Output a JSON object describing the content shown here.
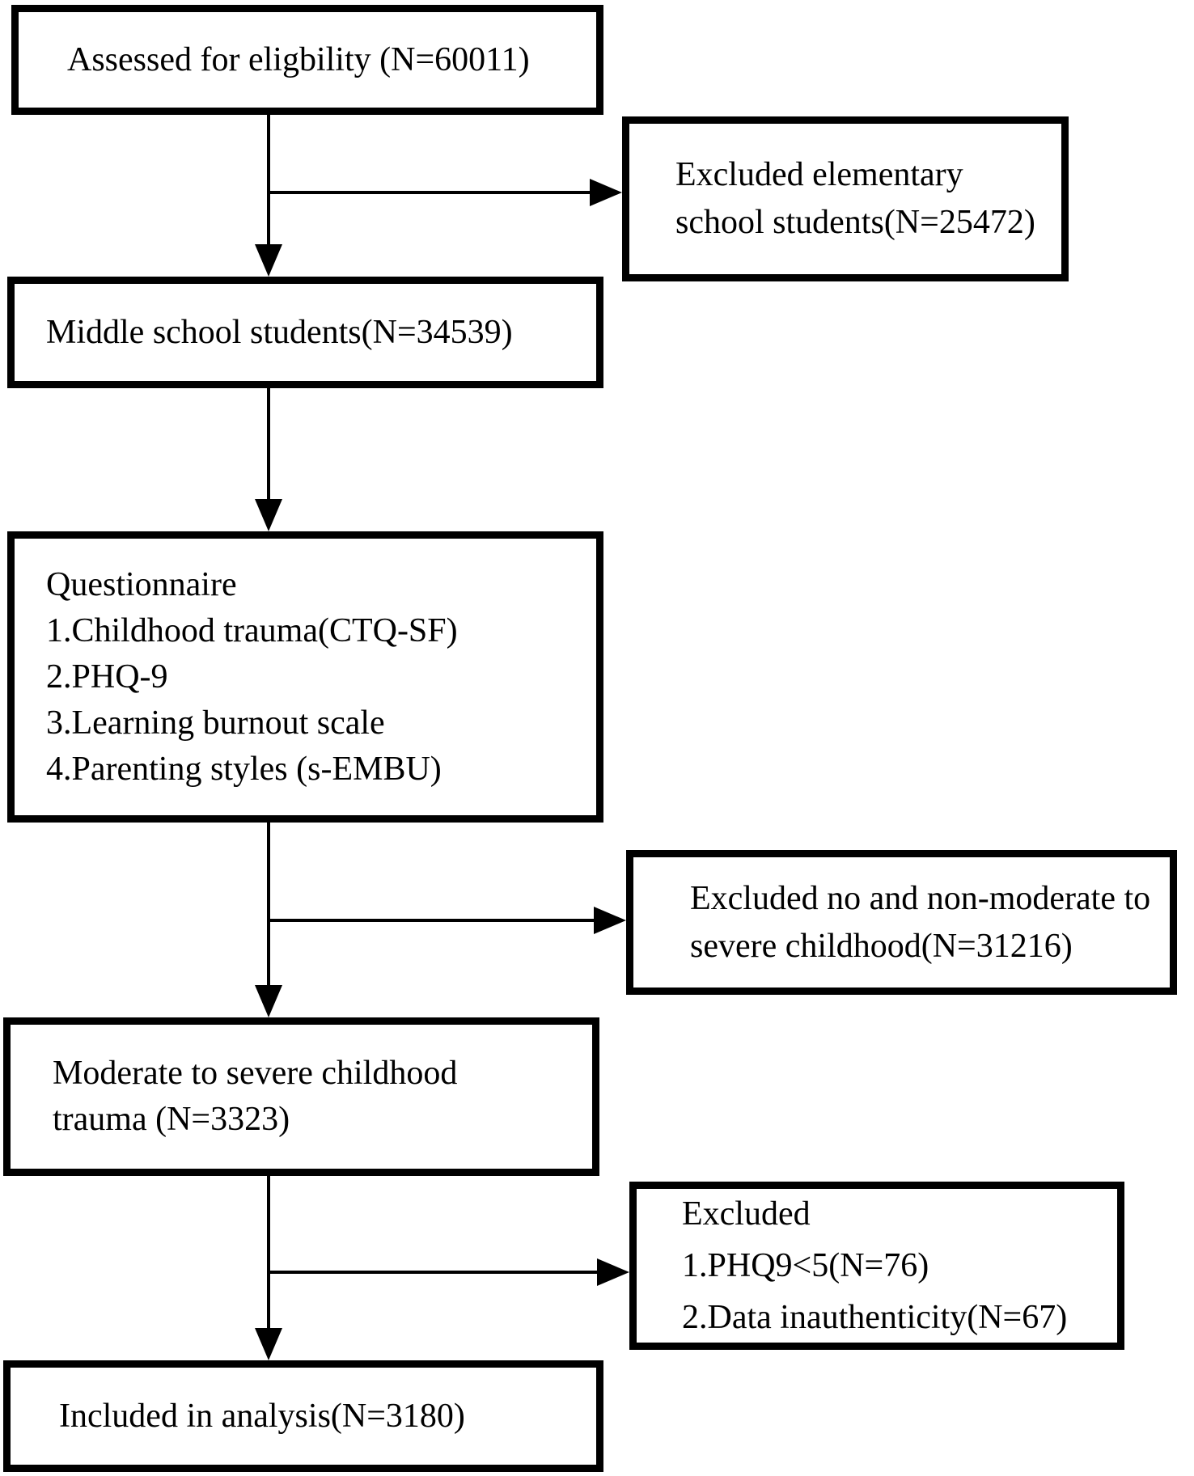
{
  "figure": {
    "type": "participant-flow-diagram",
    "colors": {
      "ink": "#000000",
      "background": "#ffffff"
    },
    "boxes": [
      {
        "name": "assessed",
        "lines": [
          "Assessed for eligbility (N=60011)"
        ]
      },
      {
        "name": "excluded-elementary",
        "lines": [
          "Excluded elementary",
          "school students(N=25472)"
        ]
      },
      {
        "name": "middle-school",
        "lines": [
          "Middle school students(N=34539)"
        ]
      },
      {
        "name": "questionnaire",
        "lines": [
          "Questionnaire",
          "1.Childhood trauma(CTQ-SF)",
          "2.PHQ-9",
          "3.Learning burnout scale",
          "4.Parenting styles (s-EMBU)"
        ]
      },
      {
        "name": "excluded-childhood",
        "lines": [
          "Excluded no and non-moderate to",
          "severe childhood(N=31216)"
        ]
      },
      {
        "name": "moderate-severe",
        "lines": [
          "Moderate to severe childhood",
          "trauma (N=3323)"
        ]
      },
      {
        "name": "excluded-phq-data",
        "lines": [
          "Excluded",
          "1.PHQ9<5(N=76)",
          "2.Data inauthenticity(N=67)"
        ]
      },
      {
        "name": "included",
        "lines": [
          "Included in analysis(N=3180)"
        ]
      }
    ]
  }
}
